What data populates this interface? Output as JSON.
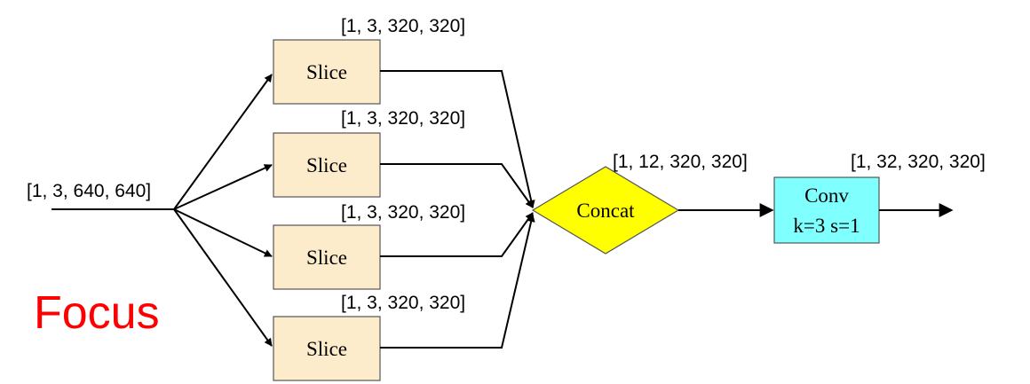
{
  "title": "Focus",
  "colors": {
    "title": "#ff0000",
    "slice_fill": "#fdeccc",
    "slice_stroke": "#555555",
    "concat_fill": "#ffff00",
    "conv_fill": "#80ffff",
    "edge": "#000000"
  },
  "input": {
    "shape": "[1, 3, 640, 640]"
  },
  "slices": [
    {
      "label": "Slice",
      "shape": "[1, 3, 320, 320]"
    },
    {
      "label": "Slice",
      "shape": "[1, 3, 320, 320]"
    },
    {
      "label": "Slice",
      "shape": "[1, 3, 320, 320]"
    },
    {
      "label": "Slice",
      "shape": "[1, 3, 320, 320]"
    }
  ],
  "concat": {
    "label": "Concat",
    "shape": "[1, 12, 320, 320]"
  },
  "conv": {
    "label_line1": "Conv",
    "label_line2": "k=3 s=1",
    "shape": "[1, 32, 320, 320]"
  }
}
